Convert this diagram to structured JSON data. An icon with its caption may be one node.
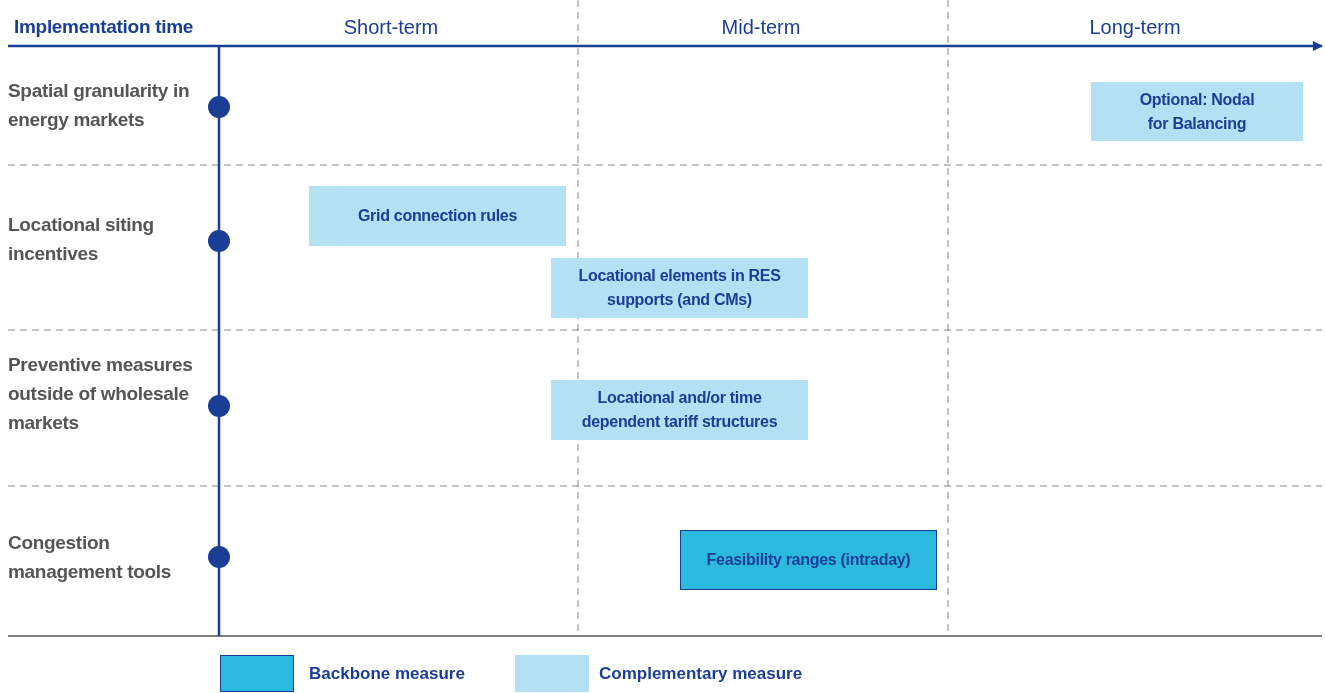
{
  "diagram": {
    "nodes": [
      {
        "text": [
          "Optional: Nodal for Balancing"
        ]
      },
      {
        "text": [
          "Grid connection rules"
        ]
      },
      {
        "text": [
          "Locational elements in RES supports (and CMs)"
        ]
      },
      {
        "text": [
          "Locational and/or time dependent tariff structures"
        ]
      },
      {
        "text": [
          "Feasibility ranges (intraday)"
        ]
      }
    ],
    "edges": [],
    "labels": [
      "Implementation time",
      "Short-term",
      "Mid-term",
      "Long-term",
      "Spatial granularity in energy markets",
      "Locational siting incentives",
      "Preventive measures outside of wholesale markets",
      "Congestion management tools"
    ],
    "legend": [
      {
        "text": "Backbone measure",
        "color": "#2cb9e0"
      },
      {
        "text": "Complementary measure",
        "color": "#b3e0f2"
      }
    ]
  }
}
